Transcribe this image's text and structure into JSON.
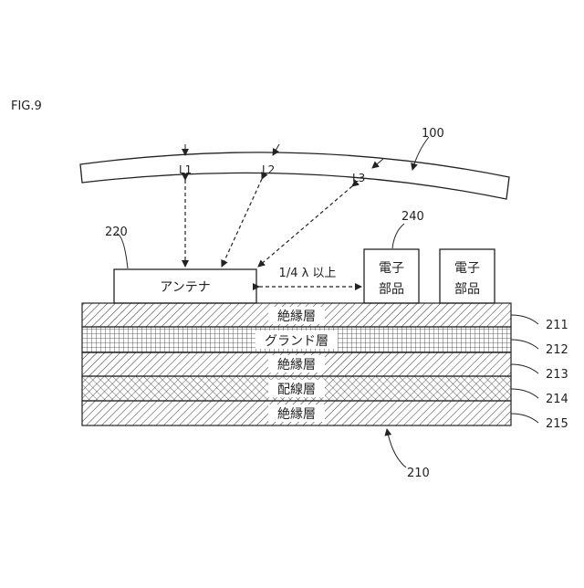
{
  "figure": {
    "label": "FIG.9"
  },
  "reference_numerals": {
    "housing": "100",
    "antenna": "220",
    "component": "240",
    "substrate": "210",
    "layer1": "211",
    "layer2": "212",
    "layer3": "213",
    "layer4": "214",
    "layer5": "215"
  },
  "path_labels": [
    "L1",
    "L2",
    "L3"
  ],
  "antenna_label": "アンテナ",
  "distance_label": "1/4 λ 以上",
  "components": [
    {
      "line1": "電子",
      "line2": "部品"
    },
    {
      "line1": "電子",
      "line2": "部品"
    }
  ],
  "layers": [
    {
      "label": "絶縁層",
      "pattern": "diagonal-hatch"
    },
    {
      "label": "グランド層",
      "pattern": "grid"
    },
    {
      "label": "絶縁層",
      "pattern": "diagonal-hatch"
    },
    {
      "label": "配線層",
      "pattern": "cross-hatch"
    },
    {
      "label": "絶縁層",
      "pattern": "diagonal-hatch"
    }
  ],
  "colors": {
    "line": "#222222",
    "background": "#ffffff"
  }
}
